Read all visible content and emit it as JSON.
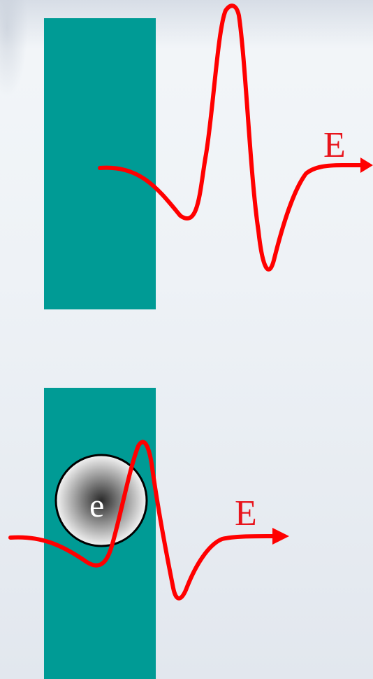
{
  "diagram": {
    "top_panel": {
      "field_label": "E"
    },
    "bottom_panel": {
      "field_label": "E",
      "particle_label": "e"
    },
    "colors": {
      "slab": "#009b95",
      "wave": "#ff0000",
      "label": "#e8141c",
      "particle_center": "#2a2a2a",
      "particle_edge": "#f4f4f4"
    }
  }
}
